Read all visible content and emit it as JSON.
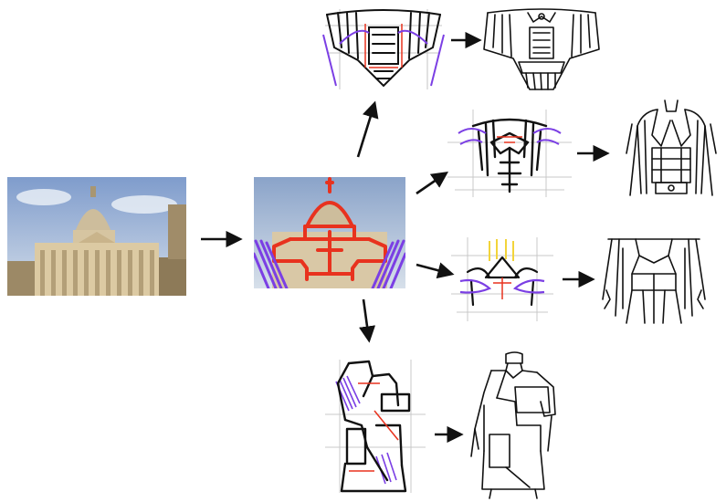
{
  "diagram": {
    "source_photo": {
      "subject": "basilica-facade-photo"
    },
    "sketch_overlay": {
      "subject": "photo-with-red-and-purple-outline-strokes"
    },
    "branches": [
      {
        "sketch": "cape-top-sketch",
        "garment": "cape-top-drawing"
      },
      {
        "sketch": "jacket-sketch",
        "garment": "jacket-drawing"
      },
      {
        "sketch": "coat-sketch",
        "garment": "coat-drawing"
      },
      {
        "sketch": "dress-sketch",
        "garment": "dress-drawing"
      }
    ]
  },
  "colors": {
    "outline_red": "#e8321e",
    "outline_purple": "#7b3fe4",
    "sky_blue": "#9fb7d6",
    "stone": "#d9c8a6",
    "ink": "#111111",
    "pencil_gray": "#b9b9b9",
    "accent_yellow": "#f2d43a"
  }
}
